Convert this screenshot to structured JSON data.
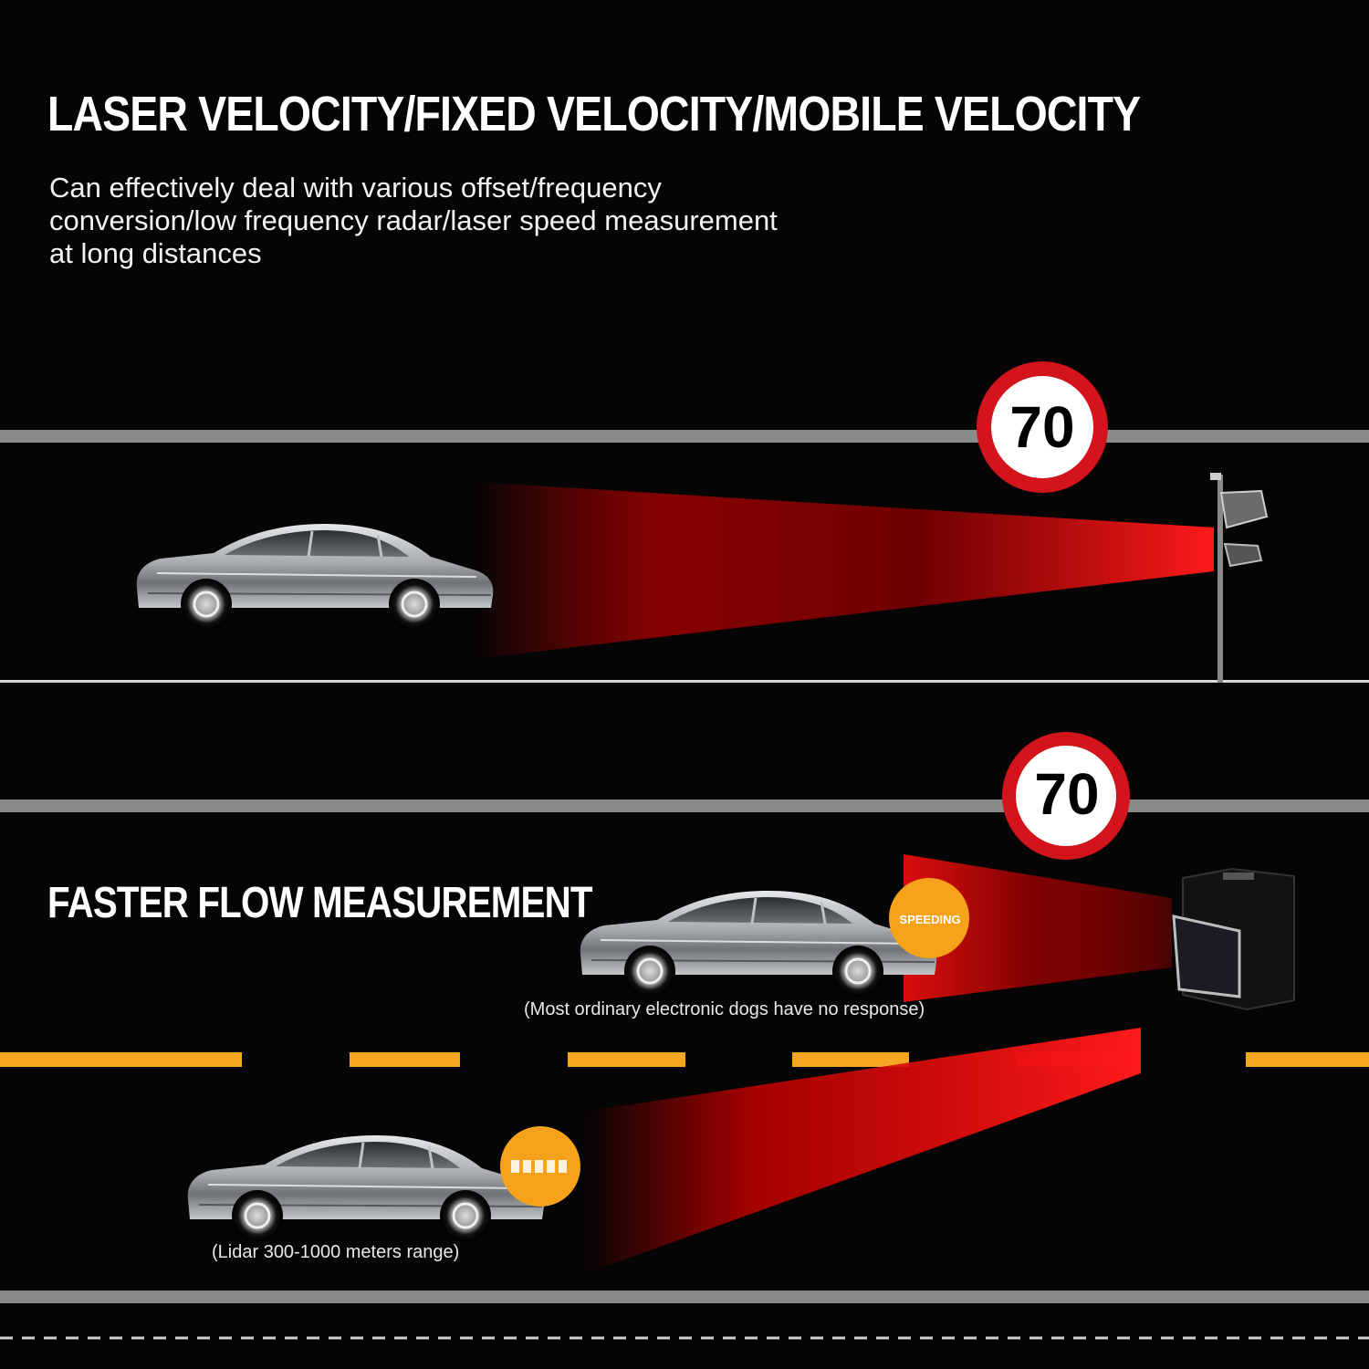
{
  "headline": "LASER VELOCITY/FIXED VELOCITY/MOBILE VELOCITY",
  "description": "Can effectively deal with various offset/frequency conversion/low frequency radar/laser speed measurement at long distances",
  "section_title": "FASTER FLOW MEASUREMENT",
  "speed_limit_sign": "70",
  "badge_text": "SPEEDING",
  "caption_upper_car": "(Most ordinary electronic dogs have no response)",
  "caption_lower_car": "(Lidar 300-1000 meters range)",
  "colors": {
    "background": "#050505",
    "road_edge": "#8a8a8a",
    "lane_dash": "#f5a623",
    "laser_red": "#e00000",
    "sign_red": "#d4141c",
    "badge_orange": "#f7a21b"
  },
  "icons": [
    "car-icon",
    "speed-camera-icon",
    "speed-limit-sign-icon",
    "speeding-badge-icon"
  ]
}
